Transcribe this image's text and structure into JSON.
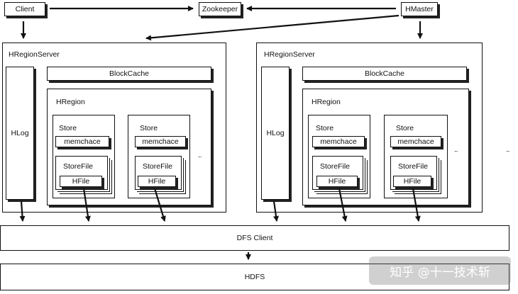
{
  "top": {
    "client": "Client",
    "zookeeper": "Zookeeper",
    "hmaster": "HMaster"
  },
  "servers": [
    {
      "title": "HRegionServer",
      "blockcache": "BlockCache",
      "hlog": "HLog",
      "hregion": "HRegion",
      "stores": [
        {
          "store": "Store",
          "memstore": "memchace",
          "storefile": "StoreFile",
          "hfile": "HFile"
        },
        {
          "store": "Store",
          "memstore": "memchace",
          "storefile": "StoreFile",
          "hfile": "HFile"
        }
      ],
      "ellipsis": "..."
    },
    {
      "title": "HRegionServer",
      "blockcache": "BlockCache",
      "hlog": "HLog",
      "hregion": "HRegion",
      "stores": [
        {
          "store": "Store",
          "memstore": "memchace",
          "storefile": "StoreFile",
          "hfile": "HFile"
        },
        {
          "store": "Store",
          "memstore": "memchace",
          "storefile": "StoreFile",
          "hfile": "HFile"
        }
      ],
      "ellipsis": "..."
    }
  ],
  "edge_ellipsis": "...",
  "dfs_client": "DFS Client",
  "hdfs": "HDFS",
  "watermark": "知乎 @十一技术斩"
}
